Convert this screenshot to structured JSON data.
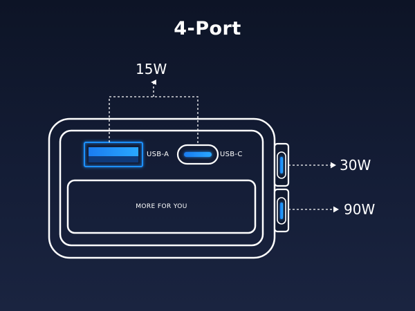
{
  "title": "4-Port",
  "outputs": {
    "top": "15W",
    "side_upper": "30W",
    "side_lower": "90W"
  },
  "ports": {
    "usb_a": "USB-A",
    "usb_c": "USB-C"
  },
  "panel_text": "MORE FOR YOU",
  "colors": {
    "background": "#111a30",
    "outline": "#ffffff",
    "accent": "#1e90ff"
  }
}
